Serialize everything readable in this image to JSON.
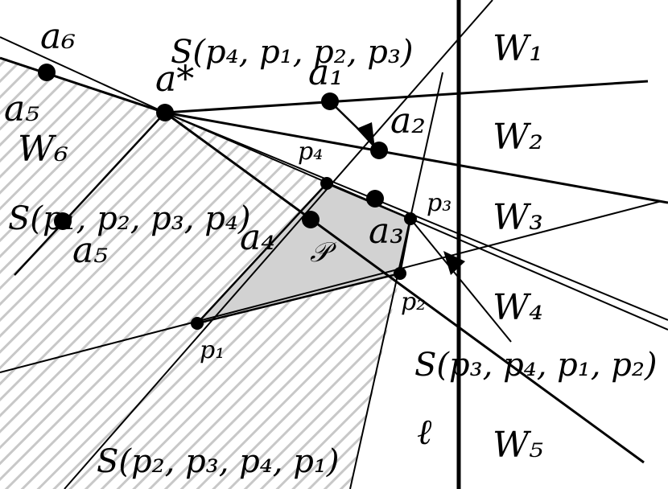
{
  "labels": {
    "W1": "W₁",
    "W2": "W₂",
    "W3": "W₃",
    "W4": "W₄",
    "W5": "W₅",
    "W6": "W₆",
    "a_star": "a*",
    "a1": "a₁",
    "a2": "a₂",
    "a3": "a₃",
    "a4": "a₄",
    "a5_top": "a₅",
    "a5_bottom": "a₅",
    "a6": "a₆",
    "p1": "p₁",
    "p2": "p₂",
    "p3": "p₃",
    "p4": "p₄",
    "polygon": "𝒫",
    "ell": "ℓ",
    "s_top": "S(p₄, p₁, p₂, p₃)",
    "s_left": "S(p₁, p₂, p₃, p₄)",
    "s_right": "S(p₃, p₄, p₁, p₂)",
    "s_bottom": "S(p₂, p₃, p₄, p₁)"
  }
}
